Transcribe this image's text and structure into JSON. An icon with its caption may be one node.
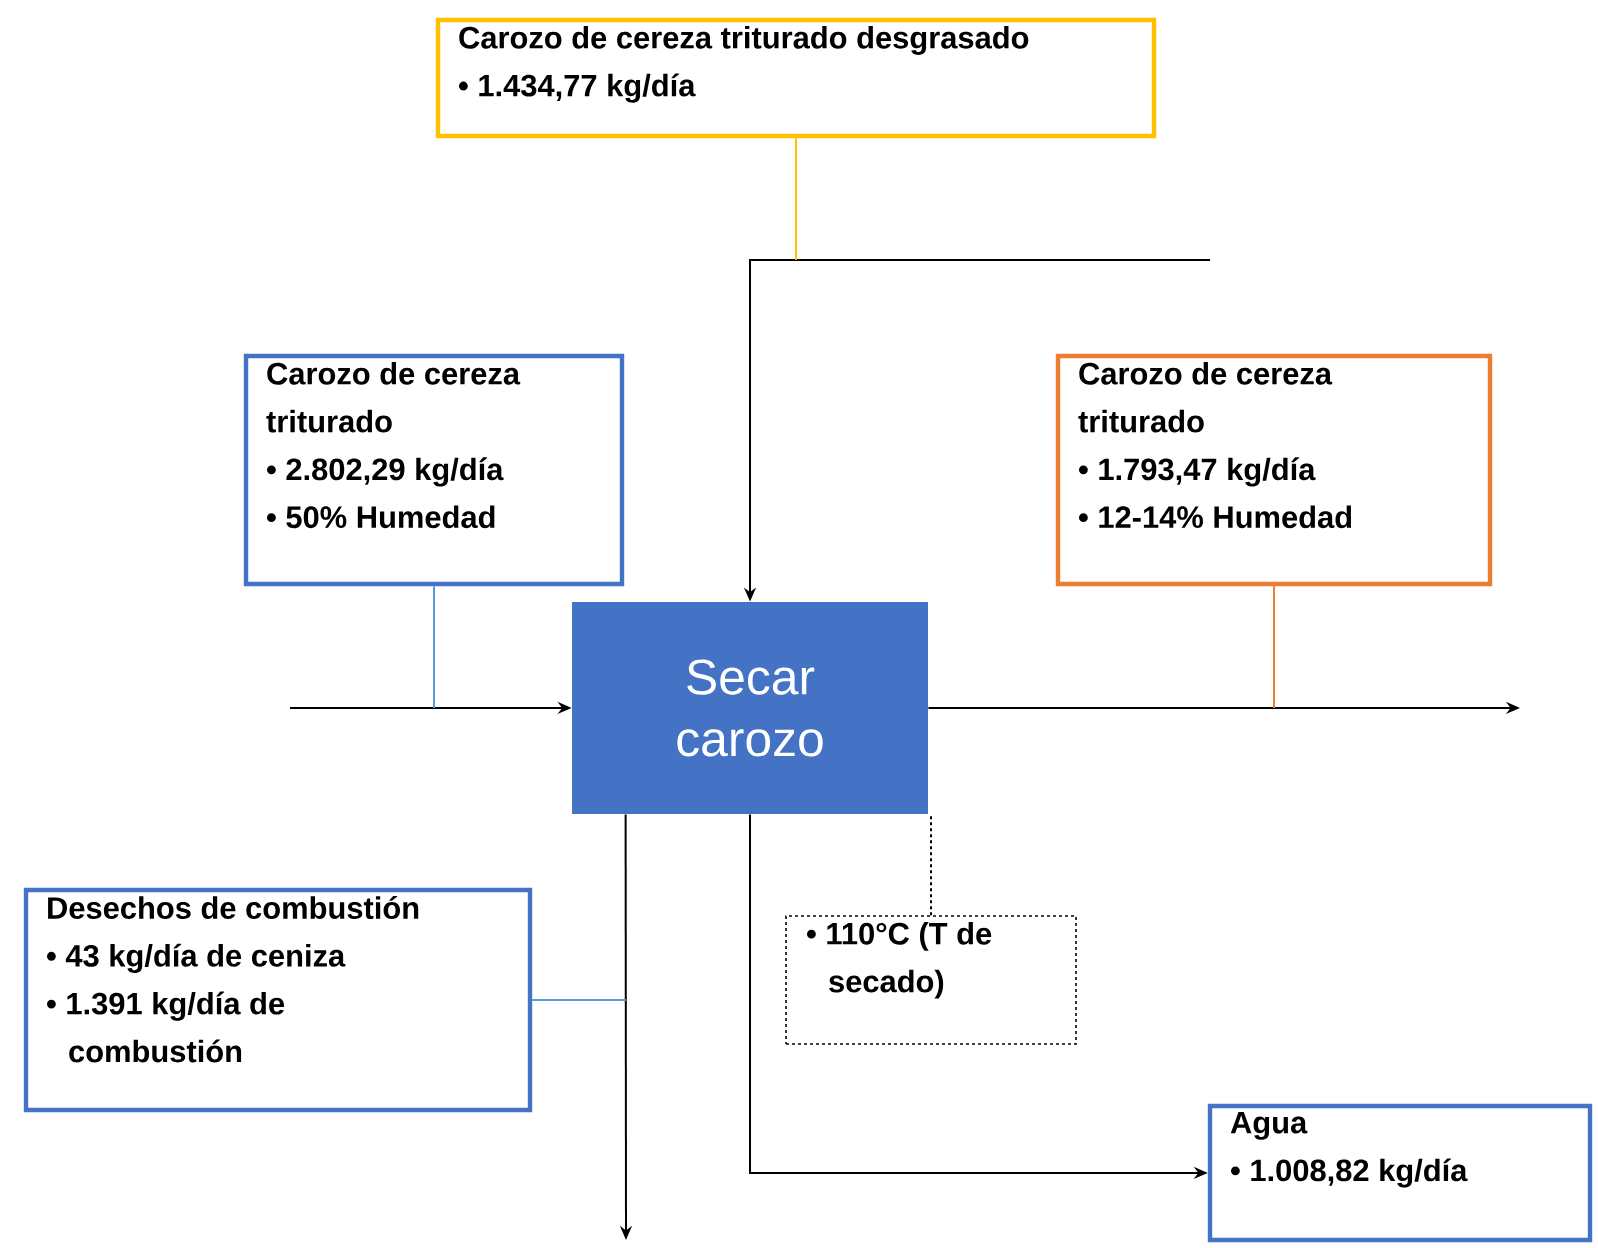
{
  "diagram": {
    "nodes": [
      {
        "text": [
          "Carozo de cereza triturado desgrasado",
          "• 1.434,77 kg/día"
        ]
      },
      {
        "text": [
          "Carozo de cereza triturado",
          "• 2.802,29 kg/día",
          "• 50% Humedad"
        ]
      },
      {
        "text": [
          "Secar carozo"
        ]
      },
      {
        "text": [
          "Carozo de cereza triturado",
          "• 1.793,47 kg/día",
          "• 12-14% Humedad"
        ]
      },
      {
        "text": [
          "Desechos de combustión",
          "• 43 kg/día de ceniza",
          "• 1.391 kg/día de combustión"
        ]
      },
      {
        "text": [
          "• 110°C (T de secado)"
        ]
      },
      {
        "text": [
          "Agua",
          "• 1.008,82 kg/día"
        ]
      }
    ],
    "edges": [
      {
        "from": null,
        "to": 2,
        "arrow": "to"
      },
      {
        "from": 2,
        "to": null,
        "arrow": "to"
      },
      {
        "from": null,
        "to": 2,
        "arrow": "to"
      },
      {
        "from": 2,
        "to": null,
        "arrow": "to"
      },
      {
        "from": 2,
        "to": 6,
        "arrow": "to"
      },
      {
        "from": 0,
        "to": null,
        "arrow": "none",
        "color": "#ffc000"
      },
      {
        "from": 1,
        "to": null,
        "arrow": "none",
        "color": "#5b9bd5"
      },
      {
        "from": 3,
        "to": null,
        "arrow": "none",
        "color": "#ed7d31"
      },
      {
        "from": 4,
        "to": null,
        "arrow": "none",
        "color": "#5b9bd5"
      },
      {
        "from": 5,
        "to": 2,
        "arrow": "none",
        "style": "dashed"
      }
    ]
  }
}
